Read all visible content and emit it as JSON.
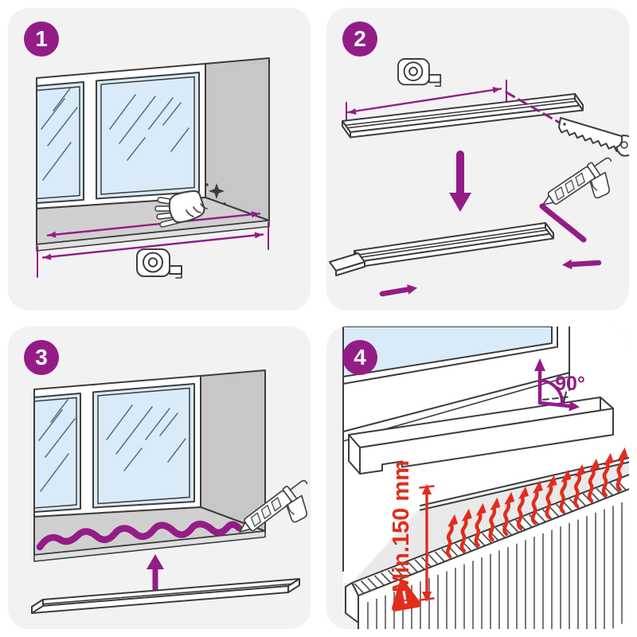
{
  "colors": {
    "accent": "#941c87",
    "red": "#e22c1c",
    "line": "#3d3d3d",
    "glass": "#d9ebf8",
    "wall": "#c7c7c7",
    "sill": "#d0d0d0",
    "panel_bg": "#f2f2f2"
  },
  "labels": {
    "angle": "90°",
    "min_distance": "Min.150 mm",
    "warning": "!"
  },
  "panels": [
    {
      "number": "1",
      "name": "measure-window-opening",
      "icons": [
        "tape-measure-icon",
        "cleaning-hand-icon",
        "width-arrows"
      ]
    },
    {
      "number": "2",
      "name": "cut-sill-to-size-and-apply-adhesive",
      "icons": [
        "tape-measure-icon",
        "hand-saw-icon",
        "cut-line",
        "caulking-gun-icon",
        "down-arrow",
        "slide-arrows",
        "end-cap"
      ]
    },
    {
      "number": "3",
      "name": "apply-adhesive-and-insert-sill",
      "icons": [
        "adhesive-bead",
        "caulking-gun-icon",
        "up-arrow",
        "sill-board"
      ]
    },
    {
      "number": "4",
      "name": "check-angle-and-radiator-clearance",
      "icons": [
        "angle-arrows",
        "min-clearance-arrow",
        "warning-triangle-icon",
        "radiator",
        "heat-arrows"
      ]
    }
  ]
}
